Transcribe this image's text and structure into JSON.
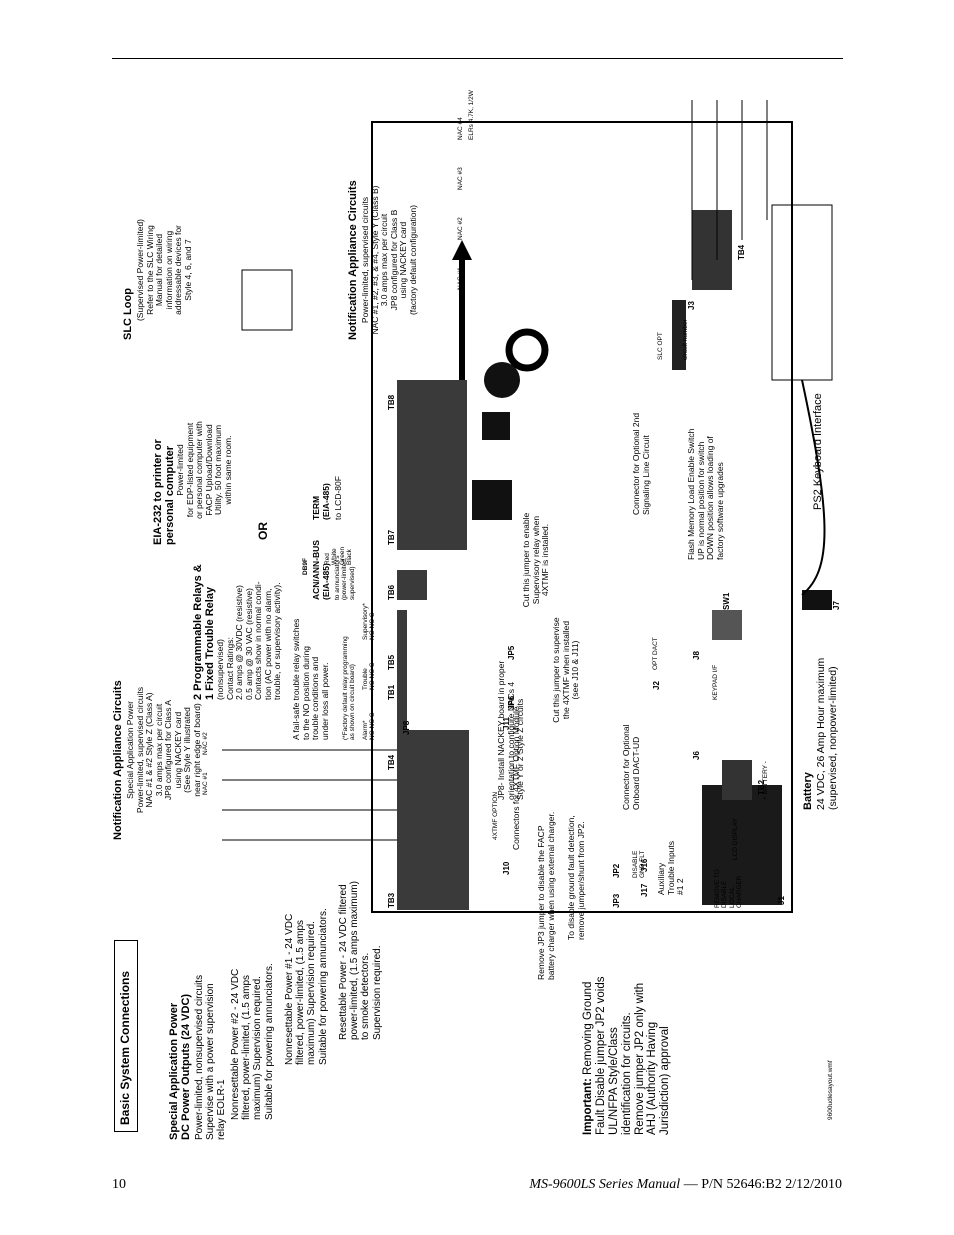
{
  "page": {
    "page_number": "10",
    "footer_title": "MS-9600LS Series Manual",
    "footer_pn": " — P/N 52646:B2  2/12/2010",
    "file_ref": "9600udlesayout.wmf"
  },
  "title_box": "Basic System Connections",
  "special_power": {
    "heading": "Special Application Power\nDC Power Outputs (24 VDC)",
    "body": "Power-limited, nonsupervised circuits\nSupervise with a power supervision\nrelay EOLR-1"
  },
  "nonresettable2": "Nonresettable Power #2 - 24 VDC\nfiltered, power-limited, (1.5 amps\nmaximum) Supervision required.\nSuitable for powering annunciators.",
  "nonresettable1": "Nonresettable Power #1 - 24 VDC\nfiltered, power-limited, (1.5 amps\nmaximum) Supervision required.\nSuitable for powering annunciators.",
  "resettable": "Resettable Power - 24 VDC  filtered\npower-limited, (1.5 amps maximum)\nto smoke detectors.\nSupervision required.",
  "important": {
    "label": "Important:",
    "text": " Removing Ground\nFault Disable jumper JP2 voids\nUL/NFPA Style/Class\nidentification for circuits.\nRemove jumper JP2 only with\nAHJ (Authority Having\nJurisdiction) approval"
  },
  "nac_left": {
    "heading": "Notification Appliance Circuits",
    "body": "Special Application Power\nPower-limited, supervised circuits\nNAC #1 & #2 Style Z (Class A)\n3.0 amps max per circuit\nJP8 configured for Class A\nusing NACKEY card\n(See Style Y illustrated\nnear right edge of board)",
    "nac1": "NAC #1",
    "nac2": "NAC #2"
  },
  "relays": {
    "heading": "2 Programmable Relays &\n1 Fixed Trouble Relay",
    "body": "(nonsupervised)\nContact Ratings:\n2.0 amps @ 30VDC (resistive)\n0.5 amp @ 30 VAC (resistive)\nContacts show in normal condi-\ntion (AC power with no alarm,\ntrouble, or supervisory activity).",
    "failsafe": "A fail-safe trouble relay switches\nto the NO position during\ntrouble conditions and\nunder loss all power.",
    "factory": "(*Factory default relay programming\nas shown on circuit board)",
    "alarm": "Alarm*\nNO NC C",
    "trouble": "Trouble\nNO NC C",
    "supervisory": "Supervisory*\nNO NC C"
  },
  "eia232": {
    "heading": "EIA-232 to printer or\npersonal computer",
    "body": "Power-limited\nfor EDP-listed equipment\nor personal computer with\nFACP Upload/Download\nUtility.  50 foot maximum\nwithin same room.",
    "or": "OR"
  },
  "acn": {
    "heading": "ACN/ANN-BUS\n(EIA-485)",
    "body": "to annunciators\n(power-limited,\nsupervised)",
    "db9f": "DB9F",
    "colors": "Red\nWhite\nGreen\nBlack"
  },
  "term": {
    "heading": "TERM\n(EIA-485)",
    "body": "to LCD-80F"
  },
  "slc": {
    "heading": "SLC Loop",
    "body": "(Supervised Power-limited)\nRefer to the SLC Wiring\nManual for detailed\ninformation on wiring\naddressable devices for\nStyle 4, 6, and 7"
  },
  "nac_right": {
    "heading": "Notification Appliance Circuits",
    "body": "Power-limited, supervised circuits\nNAC #1, #2, #3, & #4, Style Y (Class B)\n3.0 amps max per circuit\nJP8 configured for Class B\nusing NACKEY card\n(factory default configuration)",
    "labels": [
      "NAC #1",
      "NAC #2",
      "NAC #3",
      "NAC #4"
    ],
    "elr": "ELRs 4.7K, 1/2W",
    "circuit_number": "circuit number"
  },
  "board": {
    "tb3": "TB3",
    "tb4": "TB4",
    "tb1": "TB1",
    "tb5": "TB5",
    "tb6": "TB6",
    "tb7": "TB7",
    "tb8": "TB8",
    "tb2": "TB2",
    "tb4r": "TB4",
    "j1": "J1",
    "j2": "J2",
    "j3": "J3",
    "j6": "J6",
    "j7": "J7",
    "j8": "J8",
    "j10": "J10",
    "j11": "J11",
    "j16": "J16",
    "j17": "J17",
    "jp2": "JP2",
    "jp3": "JP3",
    "jp5": "JP5",
    "jp6": "JP6",
    "jp8": "JP8",
    "sw1": "SW1",
    "remove_to_disable": "REMOVE TO\nDISABLE\nLOCAL\nCHARGER",
    "disable_gnd": "DISABLE\nGND FLT",
    "lcd_display": "LCD DISPLAY",
    "keypad": "KEYPAD I/F",
    "opt_dact": "OPT DACT",
    "slc_opt": "SLC OPT",
    "xtmf": "4XTMF OPTION",
    "battery_marks": "+ BATTERY -"
  },
  "notes": {
    "jp3": "Remove JP3 jumper to disable the FACP\nbattery charger when using external charger.",
    "ground": "To disable ground fault detection,\nremove jumper/shunt from JP2.",
    "aux": "Auxiliary\nTrouble Inputs\n#1      2",
    "xtmf": "Connectors for 4XTMF Option Module",
    "dact": "Connector for Optional\nOnboard DACT-UD",
    "jp8": "JP8- Install NACKEY board in proper\norientation to configure NACs 4\nStyle Y or 2 Style Z circuits",
    "jp6": "Cut this jumper to supervise\nthe 4XTMF when installed\n(see J10 & J11)",
    "jp5": "Cut this jumper to enable\nSupervisory relay when\n4XTMF is installed.",
    "slc2": "Connector for Optional 2nd\nSignaling Line Circuit",
    "flash": "Flash Memory Load Enable Switch\nUP is normal position for switch\nDOWN position allows loading of\nfactory software upgrades",
    "ps2": "PS2 Keyboard Interface",
    "battery_head": "Battery",
    "battery_body": "24 VDC, 26 Amp Hour maximum\n(supervised, nonpower-limited)"
  }
}
